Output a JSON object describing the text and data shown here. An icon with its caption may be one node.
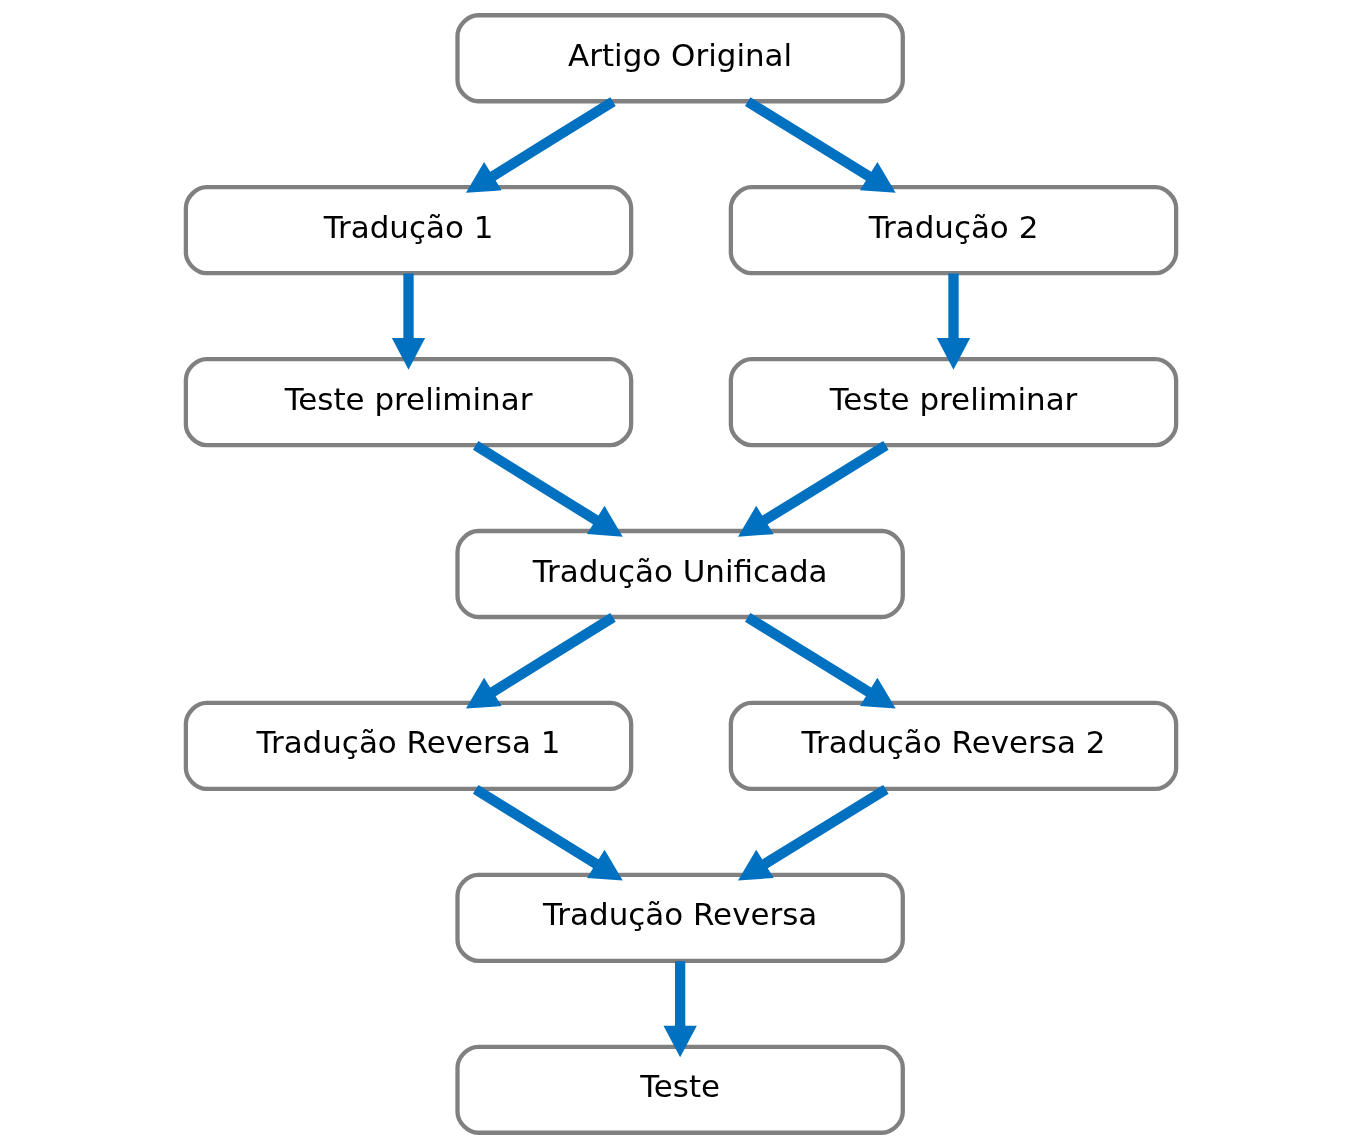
{
  "diagram": {
    "nodes": [
      {
        "text": [
          "Artigo Original"
        ]
      },
      {
        "text": [
          "Tradução 1"
        ]
      },
      {
        "text": [
          "Tradução 2"
        ]
      },
      {
        "text": [
          "Teste preliminar"
        ]
      },
      {
        "text": [
          "Teste preliminar"
        ]
      },
      {
        "text": [
          "Tradução Unificada"
        ]
      },
      {
        "text": [
          "Tradução Reversa 1"
        ]
      },
      {
        "text": [
          "Tradução Reversa 2"
        ]
      },
      {
        "text": [
          "Tradução Reversa"
        ]
      },
      {
        "text": [
          "Teste"
        ]
      }
    ],
    "edges": [
      {
        "from": 0,
        "to": 1,
        "arrow": "to"
      },
      {
        "from": 0,
        "to": 2,
        "arrow": "to"
      },
      {
        "from": 1,
        "to": 3,
        "arrow": "to"
      },
      {
        "from": 2,
        "to": 4,
        "arrow": "to"
      },
      {
        "from": 3,
        "to": 5,
        "arrow": "to"
      },
      {
        "from": 4,
        "to": 5,
        "arrow": "to"
      },
      {
        "from": 5,
        "to": 6,
        "arrow": "to"
      },
      {
        "from": 5,
        "to": 7,
        "arrow": "to"
      },
      {
        "from": 6,
        "to": 8,
        "arrow": "to"
      },
      {
        "from": 7,
        "to": 8,
        "arrow": "to"
      },
      {
        "from": 8,
        "to": 9,
        "arrow": "to"
      }
    ]
  }
}
